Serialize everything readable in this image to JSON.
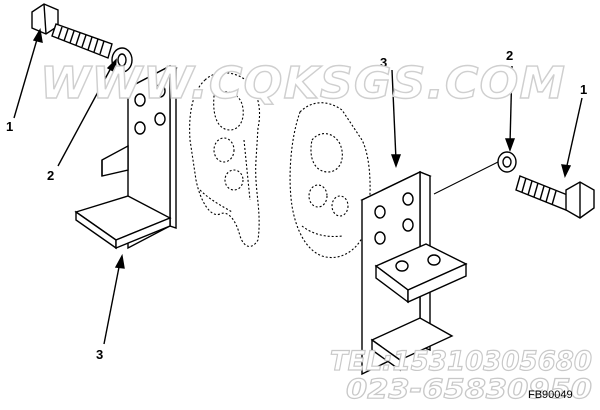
{
  "callouts": {
    "bolt_left": "1",
    "washer_left": "2",
    "bracket_left": "3",
    "bracket_right": "3",
    "washer_right": "2",
    "bolt_right": "1"
  },
  "watermark": {
    "site": "WWW.CQKSGS.COM",
    "tel": "TEL:15310305680",
    "phone": "023-65830950"
  },
  "drawing_code": "FB90049"
}
